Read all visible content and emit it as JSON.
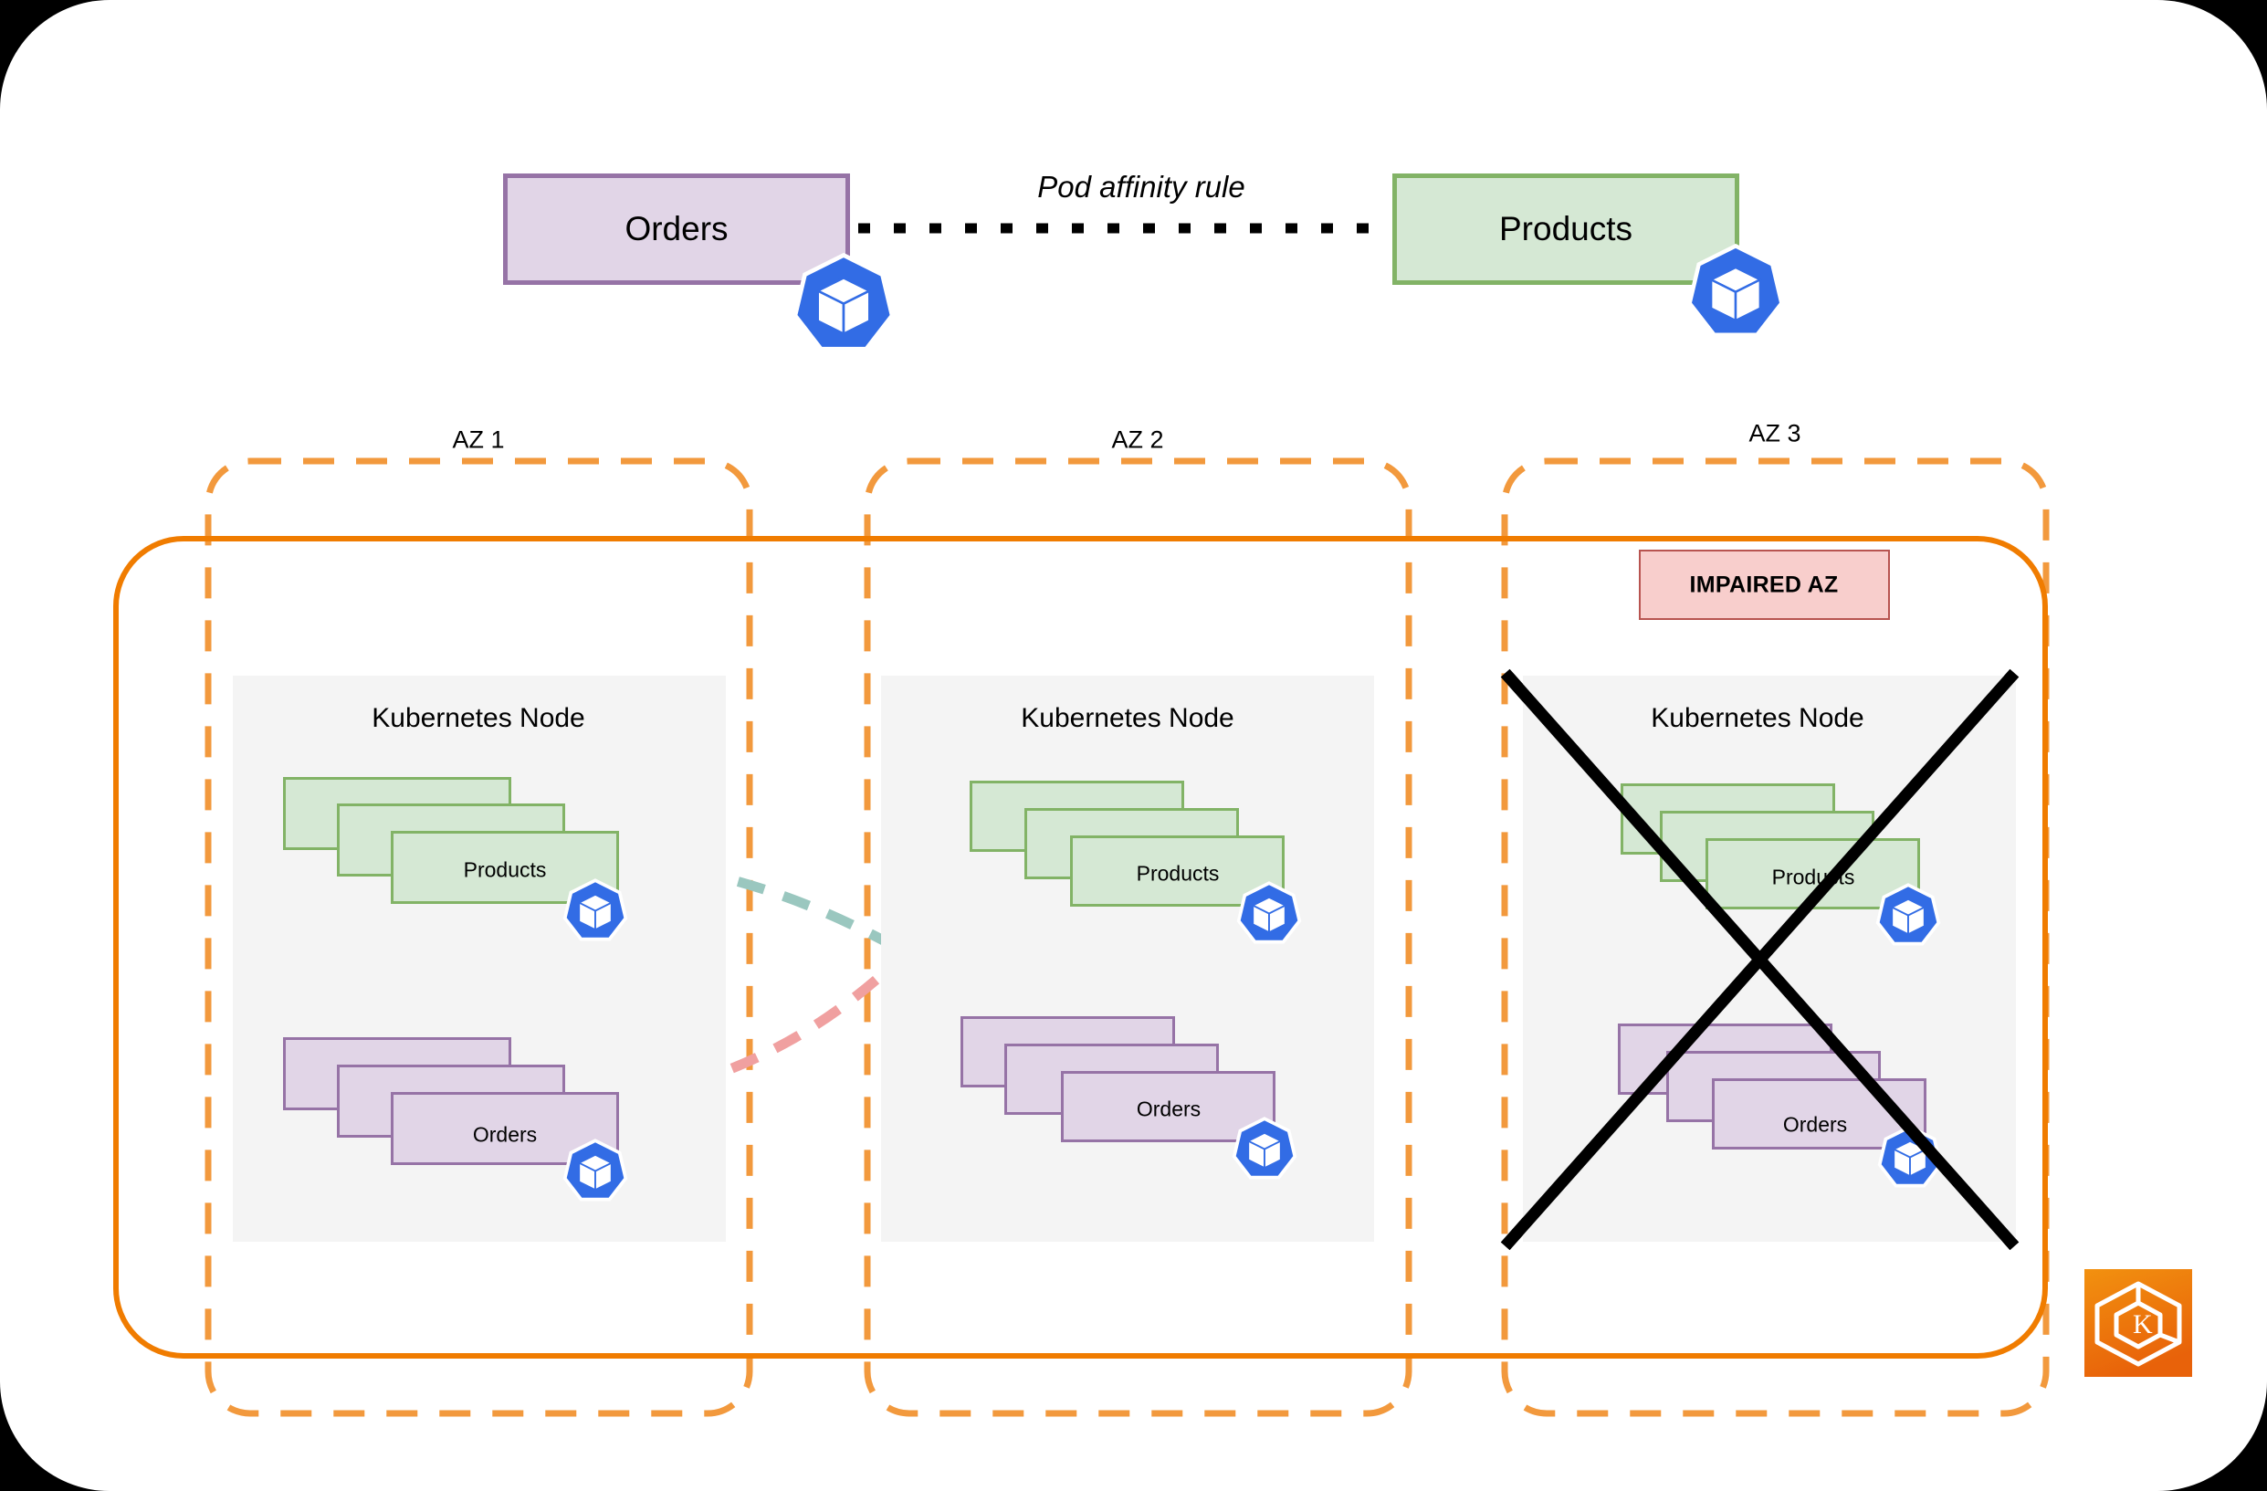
{
  "diagram": {
    "title_text": "Pod affinity rule",
    "colors": {
      "purple_fill": "#e1d5e7",
      "purple_stroke": "#9673a6",
      "green_fill": "#d5e8d4",
      "green_stroke": "#82b366",
      "orange_zone": "#f2993d",
      "orange_cluster": "#f07c00",
      "impaired_fill": "#f8cecc",
      "impaired_stroke": "#b85450",
      "node_bg": "#f4f4f4",
      "teal_arrow": "#9ac7bf",
      "red_arrow": "#f0a0a0",
      "k8s_blue": "#326ce5",
      "cross_black": "#000000",
      "logo_orange": "#ec6608"
    },
    "services": [
      {
        "name": "orders-service",
        "label": "Orders",
        "kind": "purple"
      },
      {
        "name": "products-service",
        "label": "Products",
        "kind": "green"
      }
    ],
    "affinity_rule": {
      "label": "Pod affinity rule",
      "style": "dotted"
    },
    "zones": [
      {
        "id": "az-1",
        "label": "AZ 1",
        "node_label": "Kubernetes Node",
        "impaired": false,
        "impaired_label": null,
        "pod_groups": [
          {
            "name": "products-pods",
            "label": "Products",
            "kind": "green",
            "count": 3
          },
          {
            "name": "orders-pods",
            "label": "Orders",
            "kind": "purple",
            "count": 3
          }
        ],
        "has_colocation_arrow": true
      },
      {
        "id": "az-2",
        "label": "AZ 2",
        "node_label": "Kubernetes Node",
        "impaired": false,
        "impaired_label": null,
        "pod_groups": [
          {
            "name": "products-pods",
            "label": "Products",
            "kind": "green",
            "count": 3
          },
          {
            "name": "orders-pods",
            "label": "Orders",
            "kind": "purple",
            "count": 3
          }
        ],
        "has_colocation_arrow": true
      },
      {
        "id": "az-3",
        "label": "AZ 3",
        "node_label": "Kubernetes Node",
        "impaired": true,
        "impaired_label": "IMPAIRED AZ",
        "pod_groups": [
          {
            "name": "products-pods",
            "label": "Products",
            "kind": "green",
            "count": 3
          },
          {
            "name": "orders-pods",
            "label": "Orders",
            "kind": "purple",
            "count": 3
          }
        ],
        "has_colocation_arrow": false
      }
    ],
    "migration_flows": [
      {
        "name": "products-reschedule",
        "color": "teal",
        "from": "az-1 Products",
        "to": "az-2 Orders"
      },
      {
        "name": "orders-reschedule",
        "color": "red",
        "from": "az-1 Orders",
        "to": "az-2 Products"
      }
    ],
    "cluster_boundary": {
      "name": "kubernetes-cluster",
      "style": "solid"
    },
    "logo": {
      "name": "kubernetes-k-logo",
      "letter": "K"
    }
  }
}
